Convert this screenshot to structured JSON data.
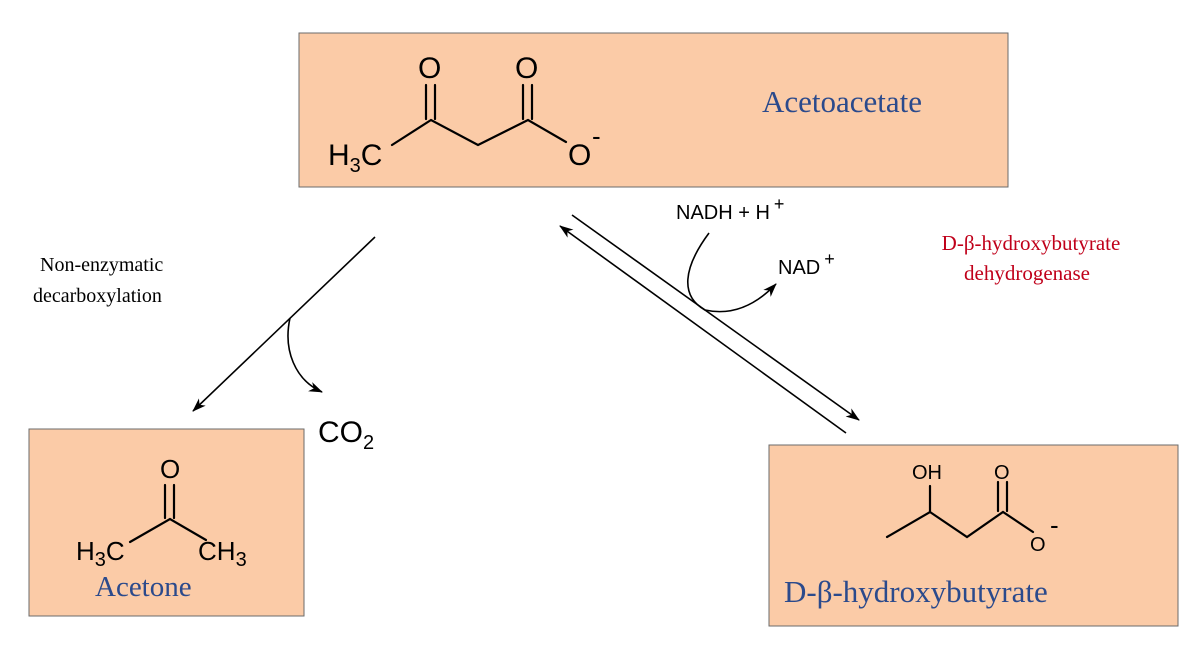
{
  "compounds": {
    "acetoacetate": {
      "name": "Acetoacetate",
      "methyl_group": "H3C",
      "ketone_oxygen": "O",
      "carboxyl_oxygen": "O",
      "carboxylate_oxygen": "O",
      "charge": "-"
    },
    "acetone": {
      "name": "Acetone",
      "left_methyl": "H3C",
      "right_methyl": "CH3",
      "oxygen": "O"
    },
    "hydroxybutyrate": {
      "name": "D-β-hydroxybutyrate",
      "hydroxyl": "OH",
      "carboxyl_oxygen": "O",
      "carboxylate_oxygen": "O",
      "charge": "-"
    }
  },
  "reactions": {
    "decarboxylation": {
      "label_line1": "Non-enzymatic",
      "label_line2": "decarboxylation",
      "byproduct": "CO2"
    },
    "reduction": {
      "cofactor_in": "NADH + H",
      "cofactor_in_charge": "+",
      "cofactor_out": "NAD",
      "cofactor_out_charge": "+",
      "enzyme_line1": "D-β-hydroxybutyrate",
      "enzyme_line2": "dehydrogenase"
    }
  },
  "colors": {
    "box_fill": "#fbcba7",
    "compound_name": "#2b4a8c",
    "enzyme_name": "#c0001a"
  }
}
